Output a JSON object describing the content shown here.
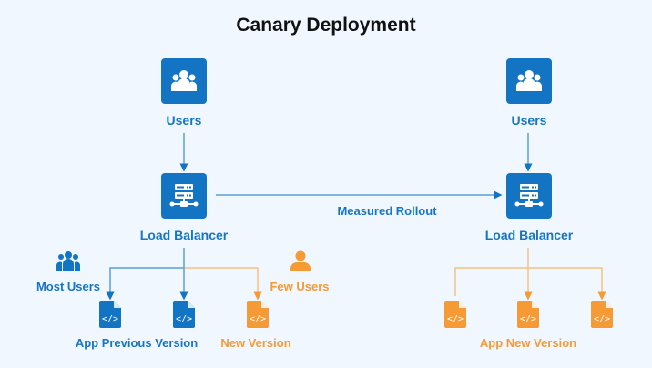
{
  "title": "Canary Deployment",
  "colors": {
    "blue": "#1474c4",
    "orange": "#f69a35",
    "blue_line": "#5a9fd6",
    "orange_line": "#f7c083",
    "background": "#f0f7fe"
  },
  "left": {
    "users_label": "Users",
    "load_balancer_label": "Load Balancer",
    "most_users_label": "Most Users",
    "few_users_label": "Few Users",
    "app_previous_label": "App Previous Version",
    "new_version_label": "New Version"
  },
  "right": {
    "users_label": "Users",
    "load_balancer_label": "Load Balancer",
    "app_new_label": "App New Version"
  },
  "rollout_label": "Measured Rollout",
  "icons": {
    "users": "users-group-icon",
    "server": "load-balancer-server-icon",
    "file": "code-file-icon",
    "person": "person-icon"
  }
}
